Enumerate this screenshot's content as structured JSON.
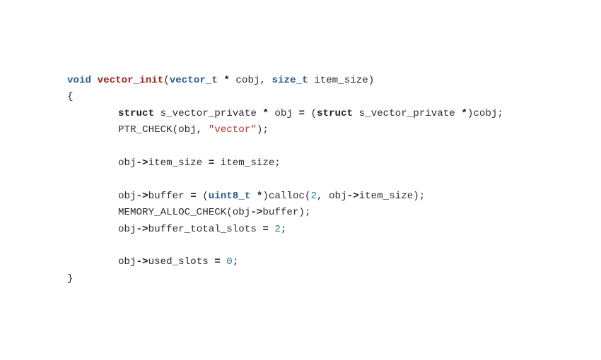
{
  "code": {
    "language": "c",
    "colors": {
      "type_keyword": "#2f5c8f",
      "function_name": "#9b2423",
      "string": "#c0302c",
      "number": "#2a7db5",
      "plain": "#2b2b2b"
    },
    "line1": {
      "ret_type": "void",
      "fn_name": "vector_init",
      "open_paren": "(",
      "param1_type": "vector_t",
      "star1": "*",
      "param1_name": " cobj, ",
      "param2_type": "size_t",
      "param2_rest": " item_size)"
    },
    "line2": {
      "text": "{"
    },
    "line3": {
      "kw1": "struct",
      "t1": " s_vector_private ",
      "star1": "*",
      "t2": " obj ",
      "eq": "=",
      "t3": " (",
      "kw2": "struct",
      "t4": " s_vector_private ",
      "star2": "*",
      "t5": ")cobj;"
    },
    "line4": {
      "t1": "PTR_CHECK(obj, ",
      "str": "\"vector\"",
      "t2": ");"
    },
    "line6": {
      "t1": "obj",
      "arrow": "->",
      "t2": "item_size ",
      "eq": "=",
      "t3": " item_size;"
    },
    "line8": {
      "t1": "obj",
      "arrow1": "->",
      "t2": "buffer ",
      "eq": "=",
      "t3": " (",
      "type": "uint8_t",
      "t4": " ",
      "star": "*",
      "t5": ")calloc(",
      "num": "2",
      "t6": ", obj",
      "arrow2": "->",
      "t7": "item_size);"
    },
    "line9": {
      "t1": "MEMORY_ALLOC_CHECK(obj",
      "arrow": "->",
      "t2": "buffer);"
    },
    "line10": {
      "t1": "obj",
      "arrow": "->",
      "t2": "buffer_total_slots ",
      "eq": "=",
      "t3": " ",
      "num": "2",
      "t4": ";"
    },
    "line12": {
      "t1": "obj",
      "arrow": "->",
      "t2": "used_slots ",
      "eq": "=",
      "t3": " ",
      "num": "0",
      "t4": ";"
    },
    "line13": {
      "text": "}"
    }
  }
}
